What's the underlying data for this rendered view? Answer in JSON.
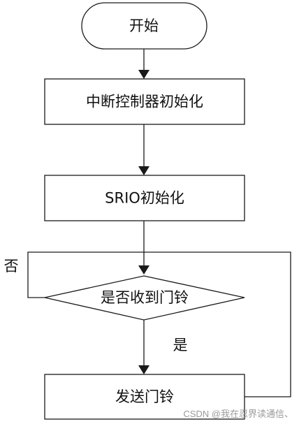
{
  "diagram": {
    "nodes": {
      "start": {
        "label": "开始",
        "shape": "terminator"
      },
      "intc_init": {
        "label": "中断控制器初始化",
        "shape": "process"
      },
      "srio_init": {
        "label": "SRIO初始化",
        "shape": "process"
      },
      "doorbell_check": {
        "label": "是否收到门铃",
        "shape": "decision"
      },
      "send_doorbell": {
        "label": "发送门铃",
        "shape": "process"
      }
    },
    "edges": {
      "no_label": "否",
      "yes_label": "是"
    },
    "colors": {
      "stroke": "#1a1a1a",
      "fill": "#ffffff",
      "text": "#111111",
      "watermark": "#9a9a9a"
    }
  },
  "watermark": {
    "text": "CSDN @我在忍界读通信、"
  }
}
